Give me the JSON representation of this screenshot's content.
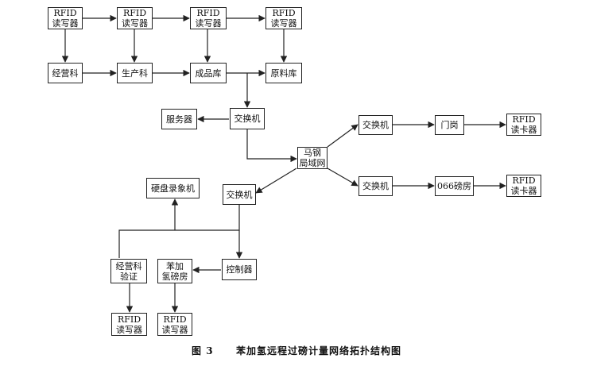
{
  "nodes": {
    "rfid_rw_1": [
      "RFID",
      "读写器"
    ],
    "rfid_rw_2": [
      "RFID",
      "读写器"
    ],
    "rfid_rw_3": [
      "RFID",
      "读写器"
    ],
    "rfid_rw_4": [
      "RFID",
      "读写器"
    ],
    "jingyingke": [
      "经营科"
    ],
    "shengchanke": [
      "生产科"
    ],
    "chengpinku": [
      "成品库"
    ],
    "yuanliaoku": [
      "原料库"
    ],
    "switch_top": [
      "交换机"
    ],
    "server": [
      "服务器"
    ],
    "magang_lan": [
      "马钢",
      "局域网"
    ],
    "switch_right_top": [
      "交换机"
    ],
    "mengang": [
      "门岗"
    ],
    "rfid_card_1": [
      "RFID",
      "读卡器"
    ],
    "switch_right_bottom": [
      "交换机"
    ],
    "bangfang_066": [
      "066磅房"
    ],
    "rfid_card_2": [
      "RFID",
      "读卡器"
    ],
    "disk_recorder": [
      "硬盘录象机"
    ],
    "switch_bottom": [
      "交换机"
    ],
    "controller": [
      "控制器"
    ],
    "jingyingke_verify": [
      "经营科",
      "验证"
    ],
    "benjiaqing_bangfang": [
      "苯加",
      "氢磅房"
    ],
    "rfid_rw_5": [
      "RFID",
      "读写器"
    ],
    "rfid_rw_6": [
      "RFID",
      "读写器"
    ]
  },
  "caption": {
    "figure_no": "图 3",
    "title": "苯加氢远程过磅计量网络拓扑结构图"
  }
}
